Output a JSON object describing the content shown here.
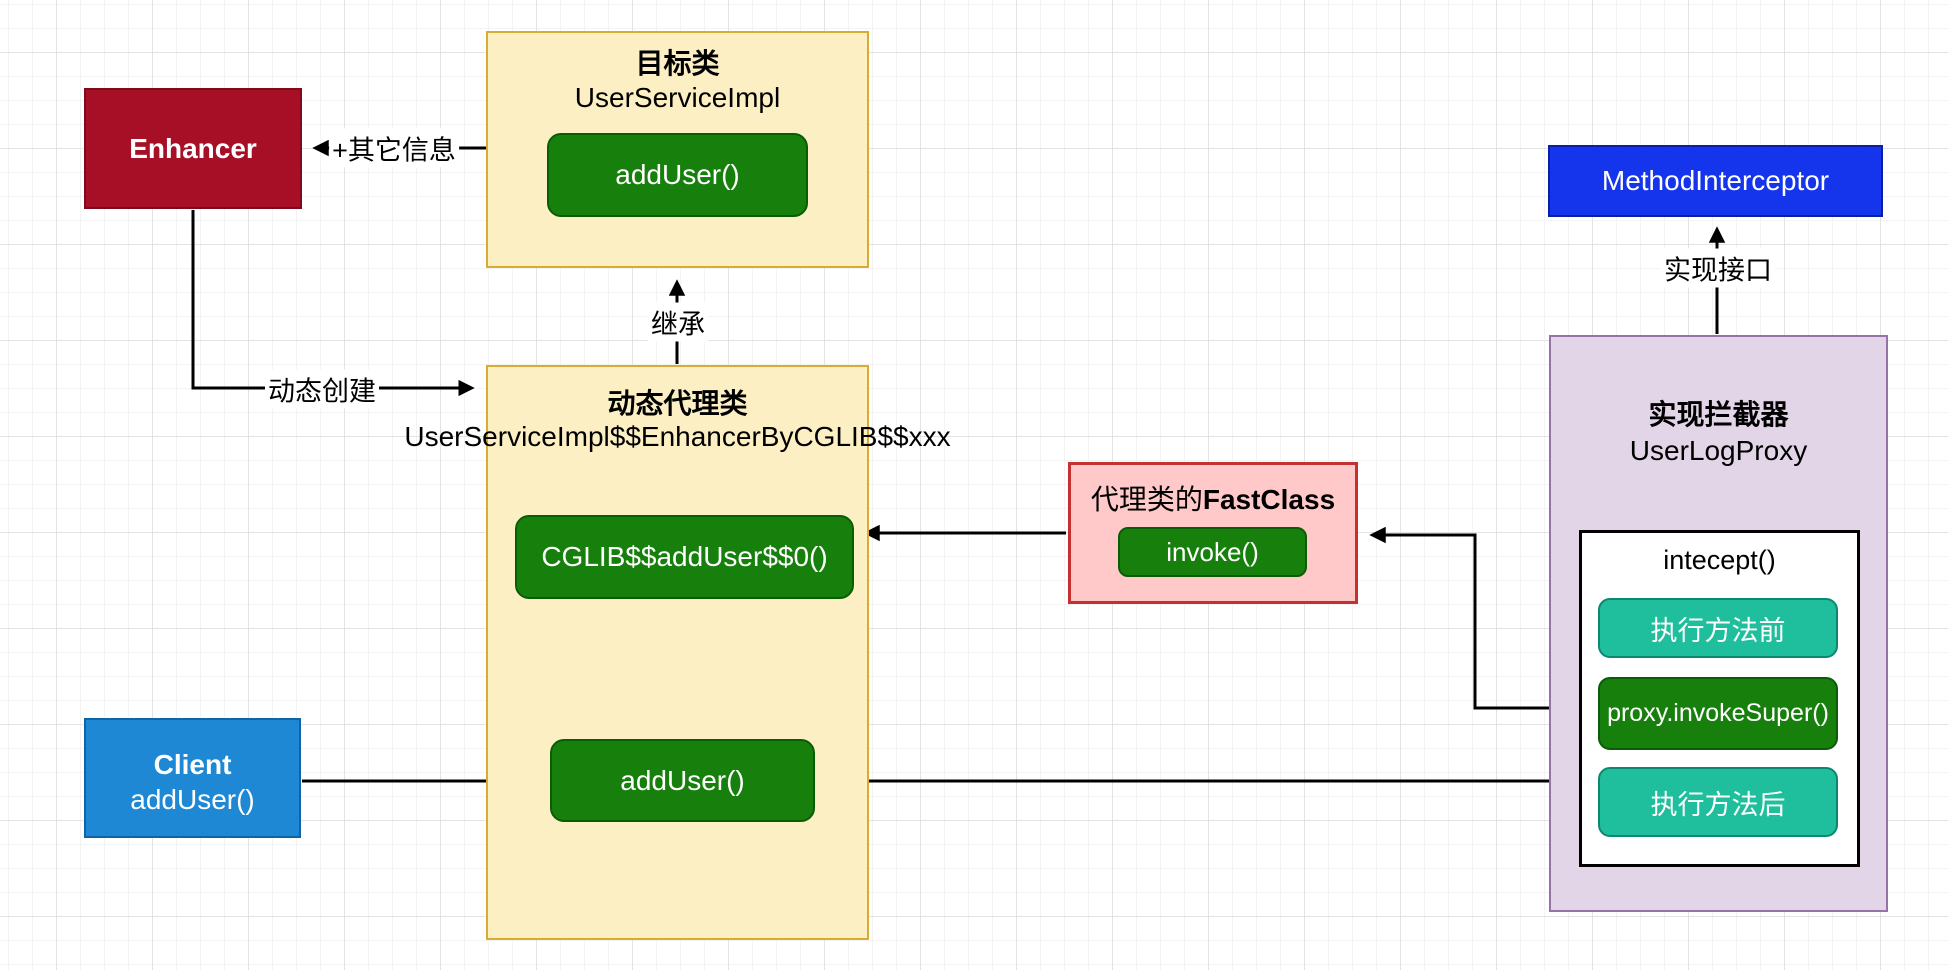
{
  "diagram": {
    "enhancer": {
      "label": "Enhancer"
    },
    "target_class": {
      "title": "目标类",
      "subtitle": "UserServiceImpl",
      "method": "addUser()"
    },
    "proxy_class": {
      "title": "动态代理类",
      "subtitle": "UserServiceImpl$$EnhancerByCGLIB$$xxx",
      "cglib_method": "CGLIB$$addUser$$0()",
      "add_user_method": "addUser()"
    },
    "fast_class": {
      "title_prefix": "代理类的",
      "title_emphasis": "FastClass",
      "method": "invoke()"
    },
    "method_interceptor": {
      "label": "MethodInterceptor"
    },
    "interceptor": {
      "title": "实现拦截器",
      "subtitle": "UserLogProxy",
      "intercept_method": "intecept()",
      "before_step": "执行方法前",
      "invoke_super_step": "proxy.invokeSuper()",
      "after_step": "执行方法后"
    },
    "client": {
      "title": "Client",
      "subtitle": "addUser()"
    },
    "edge_labels": {
      "other_info": "+其它信息",
      "dynamic_create": "动态创建",
      "inherit": "继承",
      "implement_interface": "实现接口"
    }
  },
  "colors": {
    "enhancer_fill": "#A60F26",
    "yellow_fill": "#FCEFC3",
    "yellow_border": "#D8AC33",
    "green_fill": "#17800D",
    "green_border": "#0A5C07",
    "pink_fill": "#FFC9C9",
    "pink_border": "#C53030",
    "interceptor_blue_fill": "#1535EC",
    "purple_fill": "#E2D5E7",
    "purple_border": "#9673A6",
    "teal_fill": "#1FBE9C",
    "client_blue_fill": "#1E88D4",
    "edge_stroke": "#000000"
  }
}
